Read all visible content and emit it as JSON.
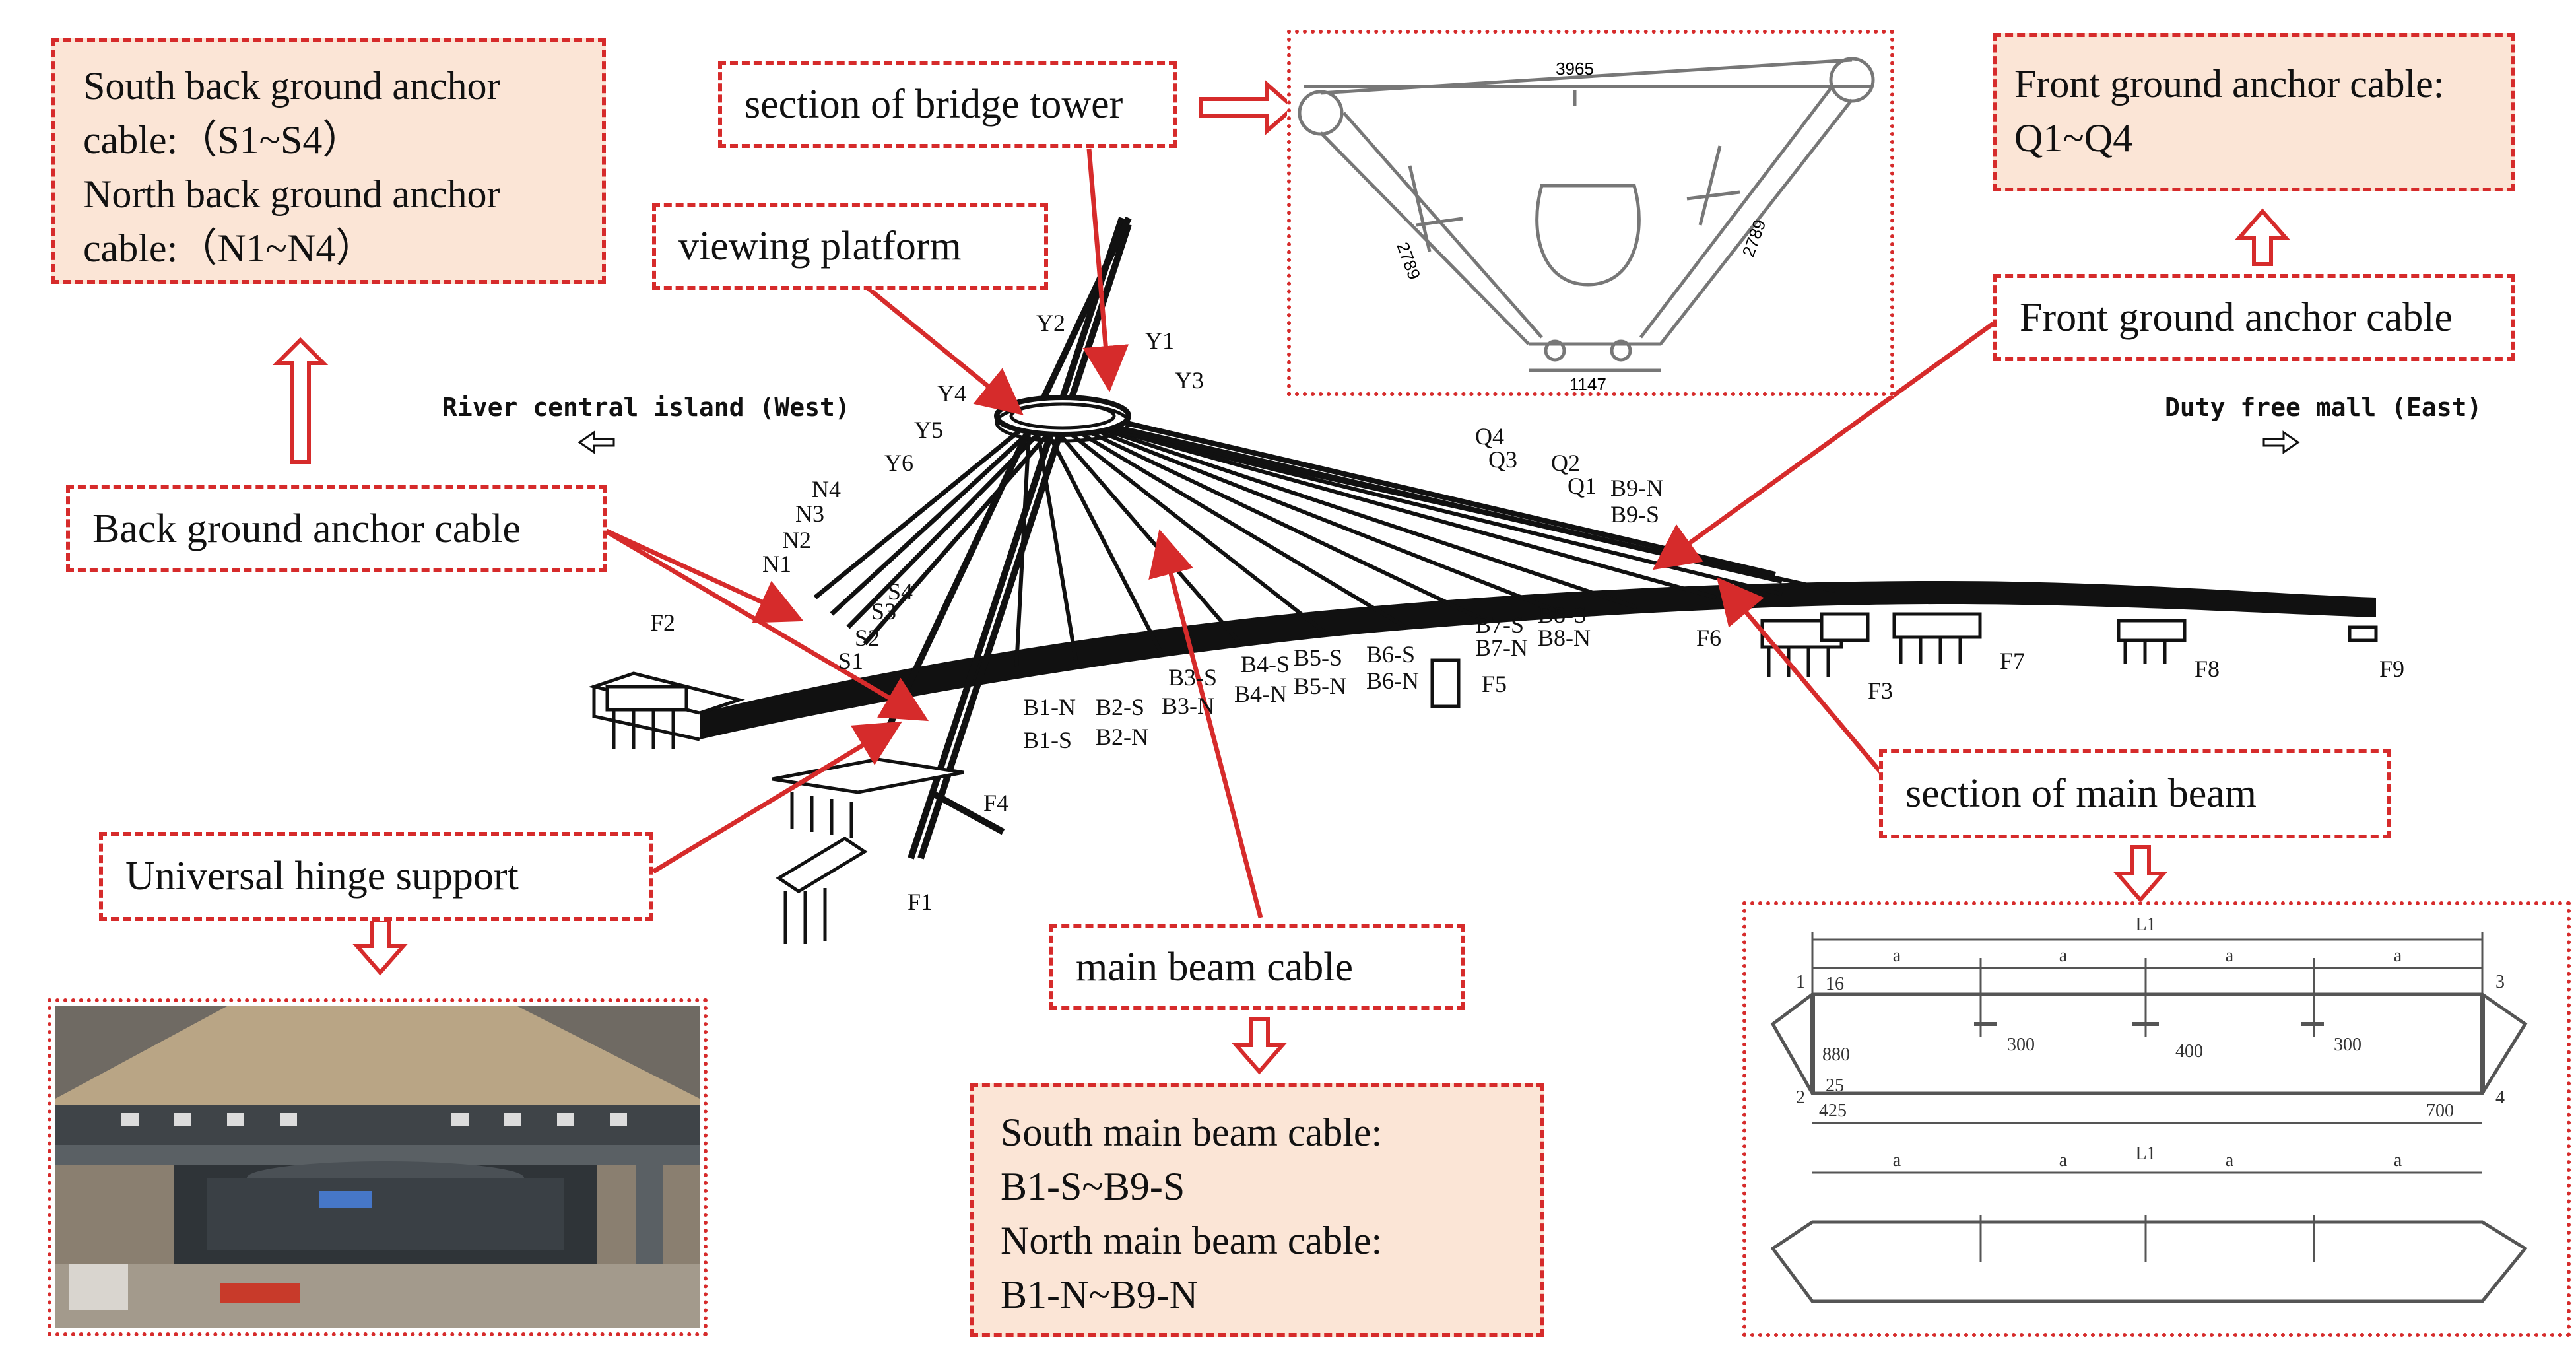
{
  "boxes": {
    "south_back": {
      "line1": "South back ground anchor",
      "line2": "cable:（S1~S4）",
      "line3": "North back ground anchor",
      "line4": "cable:（N1~N4）"
    },
    "front_anchor_info": {
      "line1": "Front ground anchor cable:",
      "line2": "Q1~Q4"
    },
    "main_beam_cable_info": {
      "line1": "South main beam cable:",
      "line2": "B1-S~B9-S",
      "line3": "North main beam cable:",
      "line4": "B1-N~B9-N"
    }
  },
  "labels": {
    "tower_section": "section of bridge tower",
    "viewing_platform": "viewing platform",
    "back_anchor": "Back ground anchor cable",
    "front_anchor": "Front ground anchor cable",
    "hinge": "Universal hinge support",
    "main_beam_cable": "main beam cable",
    "main_beam_section": "section of main beam"
  },
  "directions": {
    "west": "River central island (West)",
    "east": "Duty free mall (East)"
  },
  "tower_dims": {
    "top": "3965",
    "bottom": "1147",
    "left": "2789",
    "right": "2789"
  },
  "beam_dims": {
    "span": "L1",
    "a": "a",
    "d16": "16",
    "d880": "880",
    "d25": "25",
    "d425": "425",
    "d700": "700",
    "d300": "300",
    "d400": "400",
    "p1": "1",
    "p2": "2",
    "p3": "3",
    "p4": "4"
  },
  "cable_labels": {
    "Y1": "Y1",
    "Y2": "Y2",
    "Y3": "Y3",
    "Y4": "Y4",
    "Y5": "Y5",
    "Y6": "Y6",
    "N1": "N1",
    "N2": "N2",
    "N3": "N3",
    "N4": "N4",
    "S1": "S1",
    "S2": "S2",
    "S3": "S3",
    "S4": "S4",
    "Q1": "Q1",
    "Q2": "Q2",
    "Q3": "Q3",
    "Q4": "Q4",
    "B1N": "B1-N",
    "B1S": "B1-S",
    "B2S": "B2-S",
    "B2N": "B2-N",
    "B3S": "B3-S",
    "B3N": "B3-N",
    "B4S": "B4-S",
    "B4N": "B4-N",
    "B5S": "B5-S",
    "B5N": "B5-N",
    "B6S": "B6-S",
    "B6N": "B6-N",
    "B7S": "B7-S",
    "B7N": "B7-N",
    "B8S": "B8-S",
    "B8N": "B8-N",
    "B9N": "B9-N",
    "B9S": "B9-S"
  },
  "piers": {
    "F1": "F1",
    "F2": "F2",
    "F3": "F3",
    "F4": "F4",
    "F5": "F5",
    "F6": "F6",
    "F7": "F7",
    "F8": "F8",
    "F9": "F9"
  },
  "colors": {
    "accent": "#d62b2b",
    "box_fill": "#fbe5d6"
  }
}
